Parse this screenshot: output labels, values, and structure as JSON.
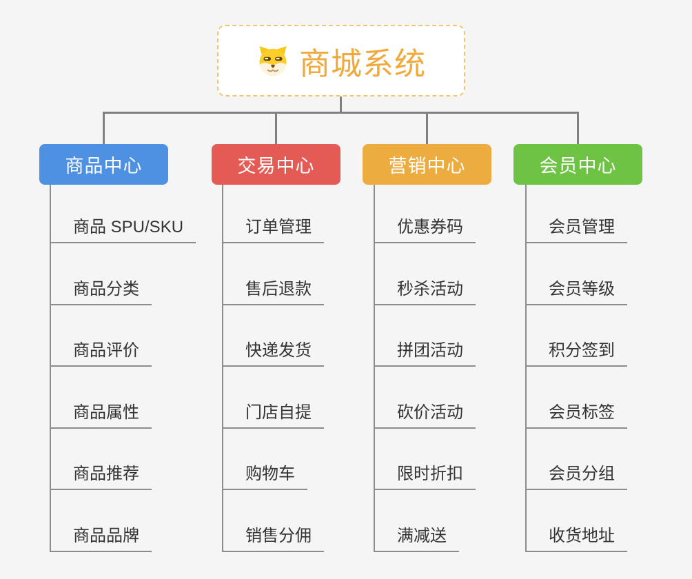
{
  "root": {
    "title": "商城系统",
    "icon": "dog-face-icon"
  },
  "branches": [
    {
      "label": "商品中心",
      "color": "#4e90e1",
      "items": [
        "商品 SPU/SKU",
        "商品分类",
        "商品评价",
        "商品属性",
        "商品推荐",
        "商品品牌"
      ]
    },
    {
      "label": "交易中心",
      "color": "#e45b55",
      "items": [
        "订单管理",
        "售后退款",
        "快递发货",
        "门店自提",
        "购物车",
        "销售分佣"
      ]
    },
    {
      "label": "营销中心",
      "color": "#edac3f",
      "items": [
        "优惠券码",
        "秒杀活动",
        "拼团活动",
        "砍价活动",
        "限时折扣",
        "满减送"
      ]
    },
    {
      "label": "会员中心",
      "color": "#6ec244",
      "items": [
        "会员管理",
        "会员等级",
        "积分签到",
        "会员标签",
        "会员分组",
        "收货地址"
      ]
    }
  ],
  "colors": {
    "background": "#f5f5f5",
    "connector": "#808080",
    "leaf_line": "#8c8c8c",
    "leaf_text": "#333333",
    "root_border": "#f6c46f",
    "root_title": "#f0a93c",
    "header_text": "#ffffff"
  }
}
